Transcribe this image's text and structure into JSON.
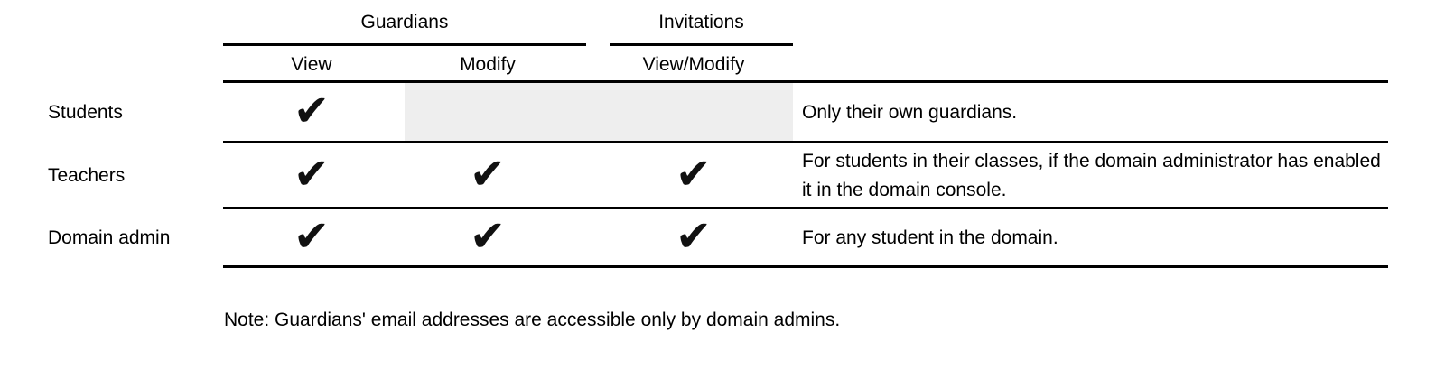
{
  "table": {
    "col_groups": [
      {
        "label": "Guardians"
      },
      {
        "label": "Invitations"
      }
    ],
    "sub_headers": [
      "View",
      "Modify",
      "View/Modify"
    ],
    "rows": [
      {
        "label": "Students",
        "view_check": true,
        "modify_check": false,
        "invite_check": false,
        "note": "Only their own guardians."
      },
      {
        "label": "Teachers",
        "view_check": true,
        "modify_check": true,
        "invite_check": true,
        "note": "For students in their classes, if the domain administrator has enabled it in the domain console."
      },
      {
        "label": "Domain admin",
        "view_check": true,
        "modify_check": true,
        "invite_check": true,
        "note": "For any student in the domain."
      }
    ]
  },
  "icons": {
    "check_glyph": "✔"
  },
  "colors": {
    "text": "#000000",
    "line": "#000000",
    "shaded_cell": "#eeeeee"
  },
  "footnote": "Note: Guardians' email addresses are accessible only by domain admins."
}
